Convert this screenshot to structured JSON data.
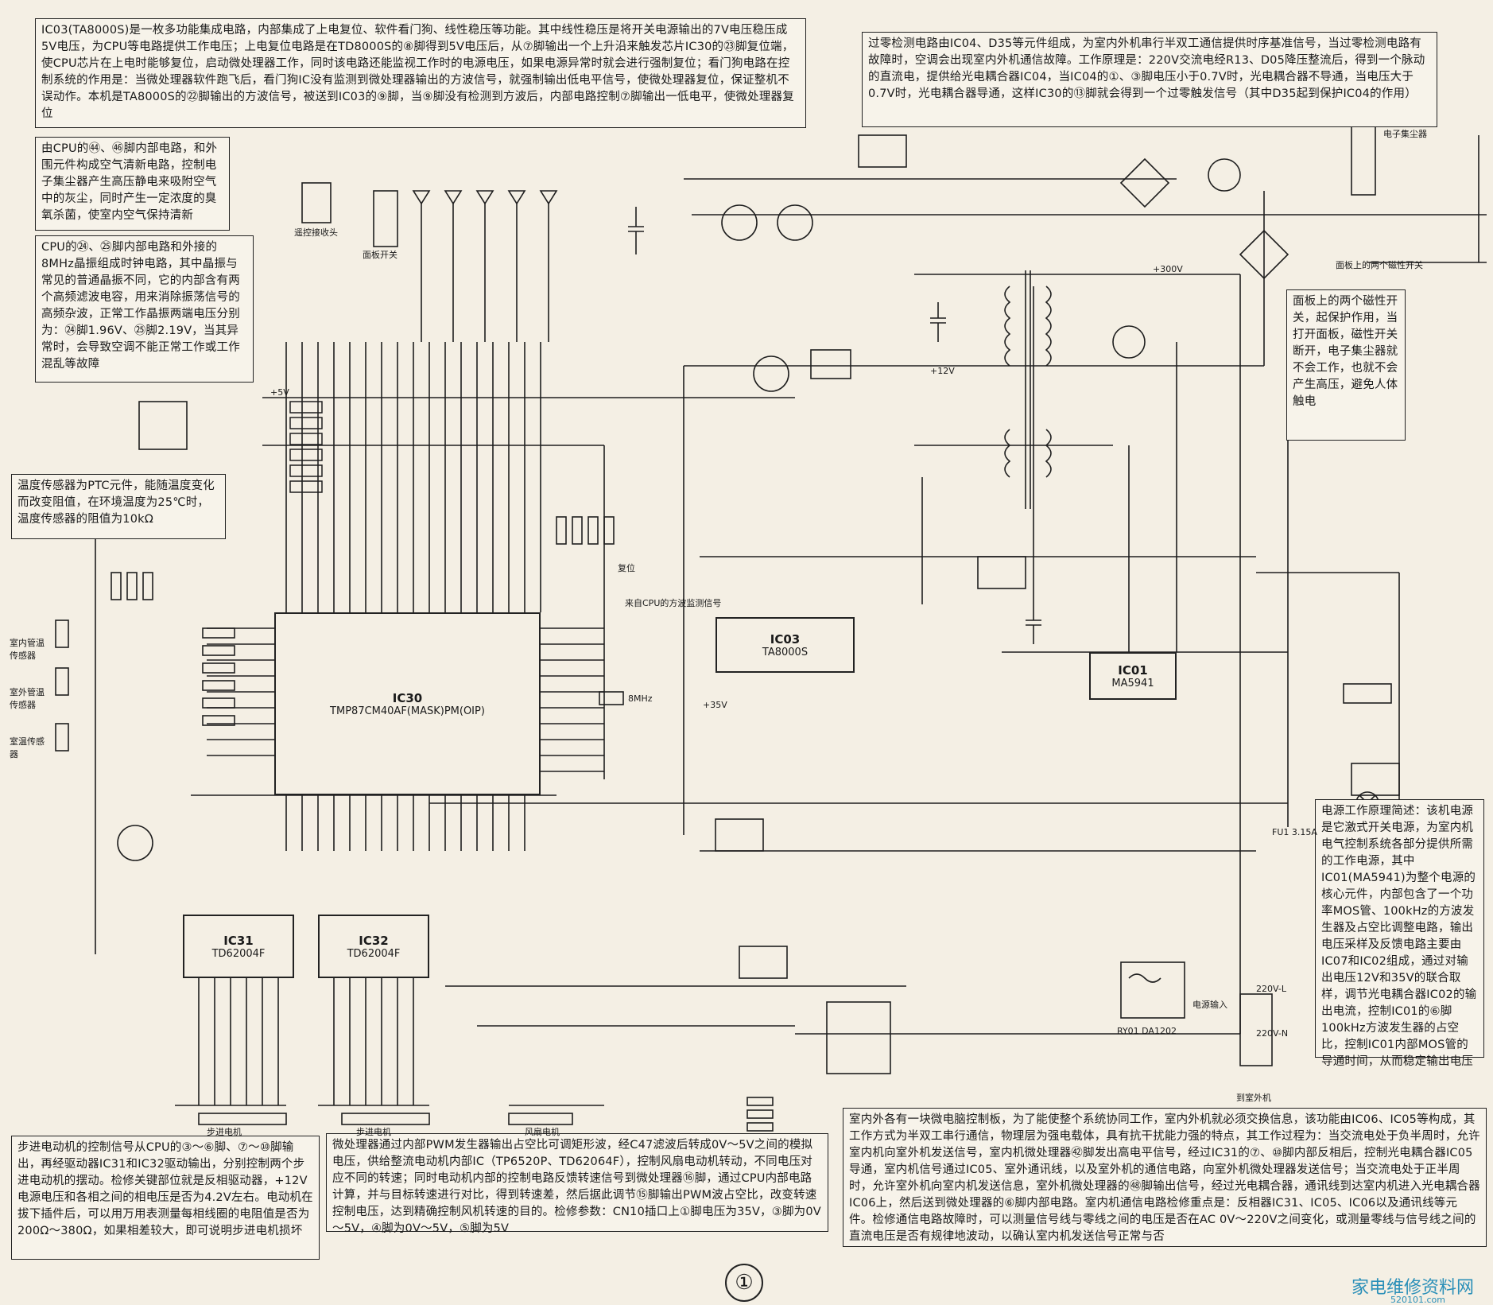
{
  "notes": {
    "ic03": "IC03(TA8000S)是一枚多功能集成电路，内部集成了上电复位、软件看门狗、线性稳压等功能。其中线性稳压是将开关电源输出的7V电压稳压成5V电压，为CPU等电路提供工作电压；上电复位电路是在TD8000S的⑧脚得到5V电压后，从⑦脚输出一个上升沿来触发芯片IC30的㉓脚复位端，使CPU芯片在上电时能够复位，启动微处理器工作，同时该电路还能监视工作时的电源电压，如果电源异常时就会进行强制复位；看门狗电路在控制系统的作用是：当微处理器软件跑飞后，看门狗IC没有监测到微处理器输出的方波信号，就强制输出低电平信号，使微处理器复位，保证整机不误动作。本机是TA8000S的㉒脚输出的方波信号，被送到IC03的⑨脚，当⑨脚没有检测到方波后，内部电路控制⑦脚输出一低电平，使微处理器复位",
    "zero_cross": "过零检测电路由IC04、D35等元件组成，为室内外机串行半双工通信提供时序基准信号，当过零检测电路有故障时，空调会出现室内外机通信故障。工作原理是：220V交流电经R13、D05降压整流后，得到一个脉动的直流电，提供给光电耦合器IC04，当IC04的①、③脚电压小于0.7V时，光电耦合器不导通，当电压大于0.7V时，光电耦合器导通，这样IC30的⑬脚就会得到一个过零触发信号（其中D35起到保护IC04的作用）",
    "cleaner": "由CPU的㊹、㊻脚内部电路，和外围元件构成空气清新电路，控制电子集尘器产生高压静电来吸附空气中的灰尘，同时产生一定浓度的臭氧杀菌，使室内空气保持清新",
    "clock": "CPU的㉔、㉕脚内部电路和外接的8MHz晶振组成时钟电路，其中晶振与常见的普通晶振不同，它的内部含有两个高频滤波电容，用来消除振荡信号的高频杂波，正常工作晶振两端电压分别为：㉔脚1.96V、㉕脚2.19V，当其异常时，会导致空调不能正常工作或工作混乱等故障",
    "ptc": "温度传感器为PTC元件，能随温度变化而改变阻值，在环境温度为25℃时，温度传感器的阻值为10kΩ",
    "magnetic": "面板上的两个磁性开关，起保护作用，当打开面板，磁性开关断开，电子集尘器就不会工作，也就不会产生高压，避免人体触电",
    "power": "电源工作原理简述：该机电源是它激式开关电源，为室内机电气控制系统各部分提供所需的工作电源，其中IC01(MA5941)为整个电源的核心元件，内部包含了一个功率MOS管、100kHz的方波发生器及占空比调整电路，输出电压采样及反馈电路主要由IC07和IC02组成，通过对输出电压12V和35V的联合取样，调节光电耦合器IC02的输出电流，控制IC01的⑥脚100kHz方波发生器的占空比，控制IC01内部MOS管的导通时间，从而稳定输出电压",
    "stepper": "步进电动机的控制信号从CPU的③～⑥脚、⑦～⑩脚输出，再经驱动器IC31和IC32驱动输出，分别控制两个步进电动机的摆动。检修关键部位就是反相驱动器，+12V电源电压和各相之间的相电压是否为4.2V左右。电动机在拔下插件后，可以用万用表测量每相线圈的电阻值是否为200Ω～380Ω，如果相差较大，即可说明步进电机损坏",
    "pwm": "微处理器通过内部PWM发生器输出占空比可调矩形波，经C47滤波后转成0V～5V之间的模拟电压，供给整流电动机内部IC（TP6520P、TD62064F），控制风扇电动机转动，不同电压对应不同的转速；同时电动机内部的控制电路反馈转速信号到微处理器⑯脚，通过CPU内部电路计算，并与目标转速进行对比，得到转速差，然后据此调节⑮脚输出PWM波占空比，改变转速控制电压，达到精确控制风机转速的目的。检修参数：CN10插口上①脚电压为35V，③脚为0V～5V，④脚为0V～5V，⑤脚为5V",
    "comm": "室内外各有一块微电脑控制板，为了能使整个系统协同工作，室内外机就必须交换信息，该功能由IC06、IC05等构成，其工作方式为半双工串行通信，物理层为强电载体，具有抗干扰能力强的特点，其工作过程为：当交流电处于负半周时，允许室内机向室外机发送信号，室内机微处理器㊷脚发出高电平信号，经过IC31的⑦、⑩脚内部反相后，控制光电耦合器IC05导通，室内机信号通过IC05、室外通讯线，以及室外机的通信电路，向室外机微处理器发送信号；当交流电处于正半周时，允许室外机向室内机发送信息，室外机微处理器的㊽脚输出信号，经过光电耦合器，通讯线到达室内机进入光电耦合器IC06上，然后送到微处理器的⑥脚内部电路。室内机通信电路检修重点是：反相器IC31、IC05、IC06以及通讯线等元件。检修通信电路故障时，可以测量信号线与零线之间的电压是否在AC 0V～220V之间变化，或测量零线与信号线之间的直流电压是否有规律地波动，以确认室内机发送信号正常与否"
  },
  "chips": {
    "ic30": {
      "name": "IC30",
      "part": "TMP87CM40AF(MASK)PM(OIP)"
    },
    "ic03": {
      "name": "IC03",
      "part": "TA8000S"
    },
    "ic01": {
      "name": "IC01",
      "part": "MA5941"
    },
    "ic31": {
      "name": "IC31",
      "part": "TD62004F"
    },
    "ic32": {
      "name": "IC32",
      "part": "TD62004F"
    }
  },
  "labels": {
    "vout": "+5V",
    "v12": "+12V",
    "v35": "+35V",
    "v300": "+300V",
    "ac_in": "电源输入",
    "l_in": "220V-L",
    "n_in": "220V-N",
    "outdoor": "到室外机",
    "crystal": "8MHz",
    "reset": "复位",
    "from_cpu": "来自CPU的方波监测信号",
    "stepper1": "步进电机",
    "stepper2": "步进电机",
    "fan": "风扇电机",
    "sensor1": "室内管温传感器",
    "sensor2": "室外管温传感器",
    "sensor3": "室温传感器",
    "ir": "遥控接收头",
    "panel_sw": "面板开关",
    "mag_sw": "面板上的两个磁性开关",
    "ionizer": "电子集尘器",
    "fuse": "FU1 3.15A",
    "relay": "RY01 DA1202",
    "page_no": "①",
    "watermark": "家电维修资料网",
    "watermark_url": "520101.com"
  }
}
